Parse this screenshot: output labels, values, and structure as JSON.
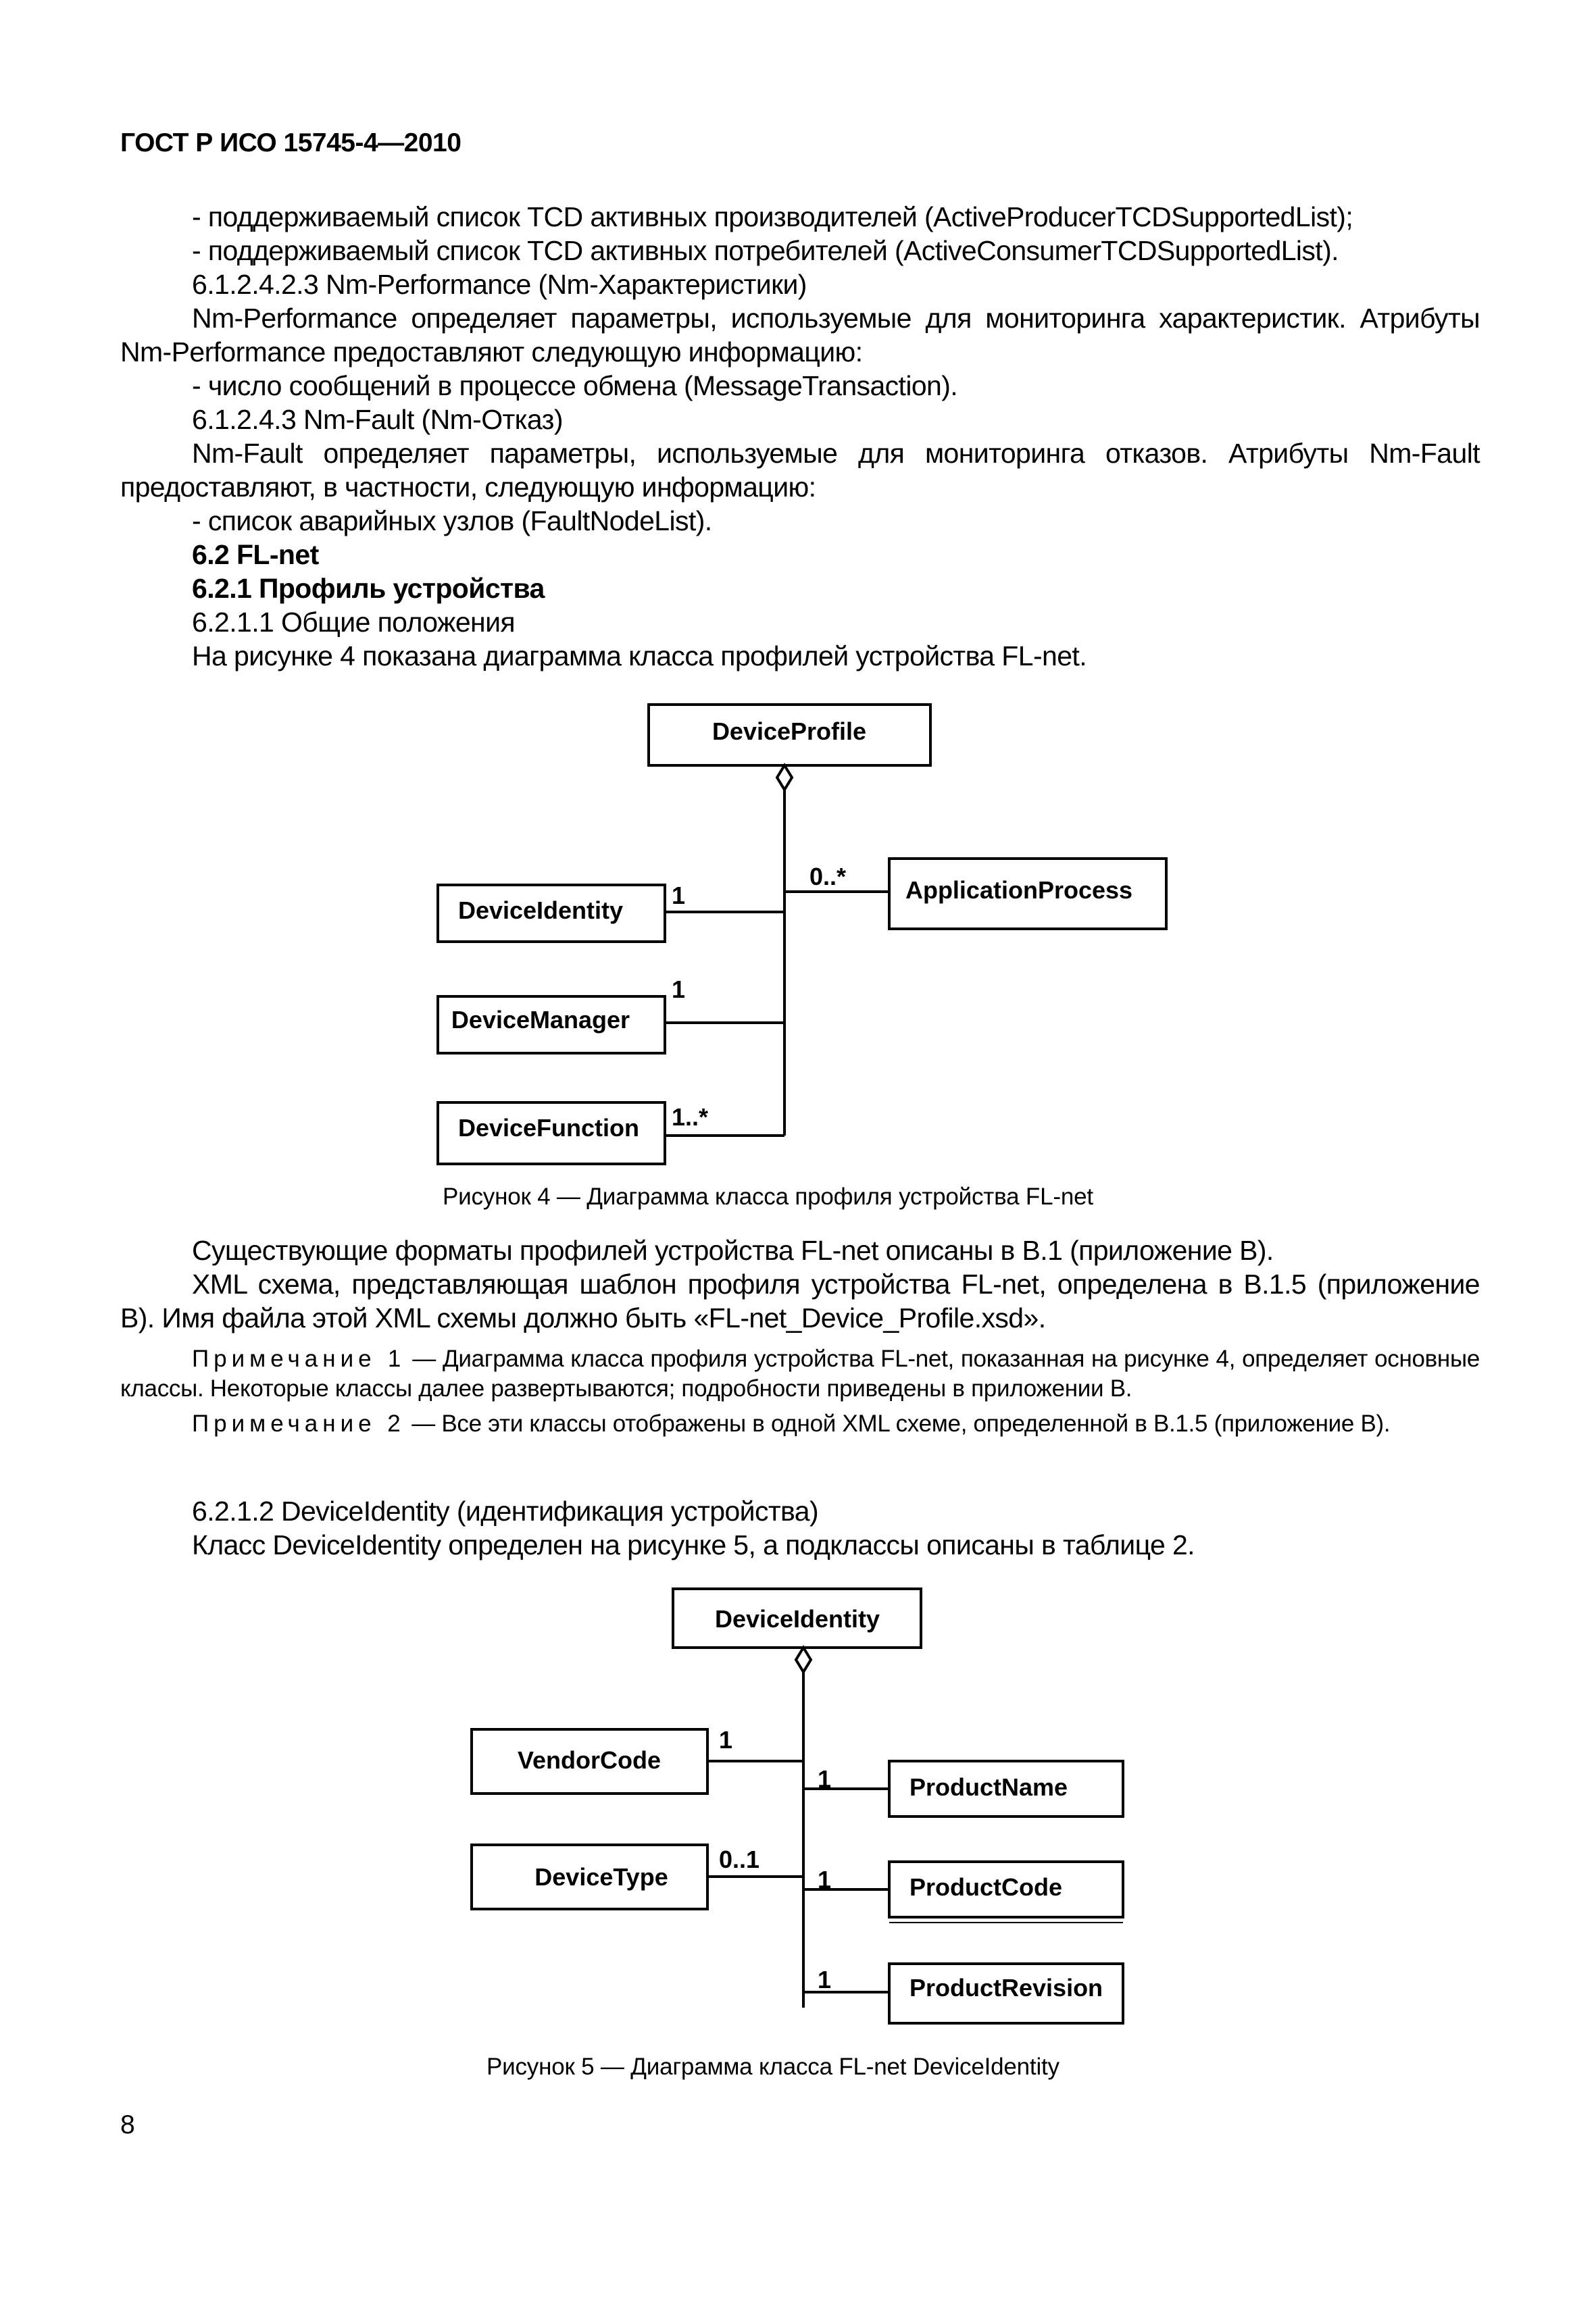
{
  "header": {
    "title": "ГОСТ Р ИСО 15745-4—2010"
  },
  "section1": {
    "lines": [
      "- поддерживаемый список TCD активных производителей (ActiveProducerTCDSupportedList);",
      "- поддерживаемый список TCD активных потребителей (ActiveConsumerTCDSupportedList).",
      "6.1.2.4.2.3 Nm-Performance (Nm-Характеристики)"
    ],
    "perf_para": "Nm-Performance определяет параметры, используемые для мониторинга характеристик. Атрибуты Nm-Performance предоставляют следующую информацию:",
    "perf_item": "- число сообщений в процессе обмена (MessageTransaction).",
    "fault_heading": "6.1.2.4.3 Nm-Fault (Nm-Отказ)",
    "fault_para": "Nm-Fault определяет параметры, используемые для мониторинга отказов. Атрибуты Nm-Fault предоставляют, в частности, следующую информацию:",
    "fault_item": "- список аварийных узлов (FaultNodeList).",
    "h_flnet": "6.2 FL-net",
    "h_profile": "6.2.1 Профиль устройства",
    "h_general": "6.2.1.1 Общие положения",
    "fig4_intro": "На рисунке 4 показана диаграмма класса профилей устройства FL-net."
  },
  "figure4": {
    "device_profile": "DeviceProfile",
    "application_process": "ApplicationProcess",
    "device_identity": "DeviceIdentity",
    "device_manager": "DeviceManager",
    "device_function": "DeviceFunction",
    "mult_app": "0..*",
    "mult_identity": "1",
    "mult_manager": "1",
    "mult_function": "1..*",
    "caption": "Рисунок 4 — Диаграмма класса профиля устройства FL-net"
  },
  "section2": {
    "formats": "Существующие форматы профилей устройства FL-net описаны в B.1 (приложение B).",
    "xml_para": "XML схема, представляющая шаблон профиля устройства FL-net, определена в B.1.5 (приложение B). Имя файла этой XML схемы должно быть «FL-net_Device_Profile.xsd».",
    "note1_label": "Примечание 1",
    "note1_text": "— Диаграмма класса профиля устройства FL-net, показанная на рисунке 4, определяет основные классы. Некоторые классы далее развертываются; подробности приведены в приложении B.",
    "note2_label": "Примечание 2",
    "note2_text": "— Все эти классы отображены в одной XML схеме, определенной в B.1.5 (приложение B).",
    "h_identity": "6.2.1.2 DeviceIdentity (идентификация устройства)",
    "identity_para": "Класс DeviceIdentity определен на рисунке 5, а подклассы описаны в таблице 2."
  },
  "figure5": {
    "device_identity": "DeviceIdentity",
    "vendor_code": "VendorCode",
    "device_type": "DeviceType",
    "product_name": "ProductName",
    "product_code": "ProductCode",
    "product_revision": "ProductRevision",
    "mult_vendor": "1",
    "mult_type": "0..1",
    "mult_name": "1",
    "mult_code": "1",
    "mult_revision": "1",
    "caption": "Рисунок 5 — Диаграмма класса FL-net DeviceIdentity"
  },
  "footer": {
    "page_number": "8"
  }
}
